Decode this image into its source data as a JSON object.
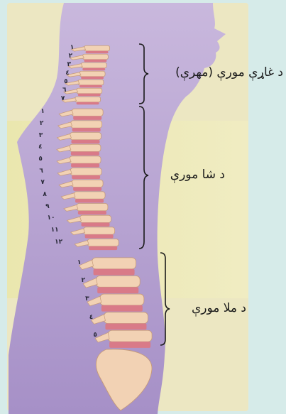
{
  "labels": {
    "cervical": "د غاړې مورې (مهرې)",
    "thoracic": "د شا مورې",
    "lumbar": "د ملا مورې"
  },
  "vertebra_numbers": {
    "cervical": [
      "١",
      "٢",
      "٣",
      "٤",
      "٥",
      "٦",
      "٧"
    ],
    "thoracic": [
      "١",
      "٢",
      "٣",
      "٤",
      "٥",
      "٦",
      "٧",
      "٨",
      "٩",
      "١٠",
      "١١",
      "١٢"
    ],
    "lumbar": [
      "١",
      "٢",
      "٣",
      "٤",
      "٥"
    ]
  },
  "colors": {
    "background": "#d6ebe9",
    "silhouette": "#b7a4cf",
    "bone": "#f2d2b4",
    "disc": "#d97a88",
    "bracket": "#1a1a1a"
  }
}
